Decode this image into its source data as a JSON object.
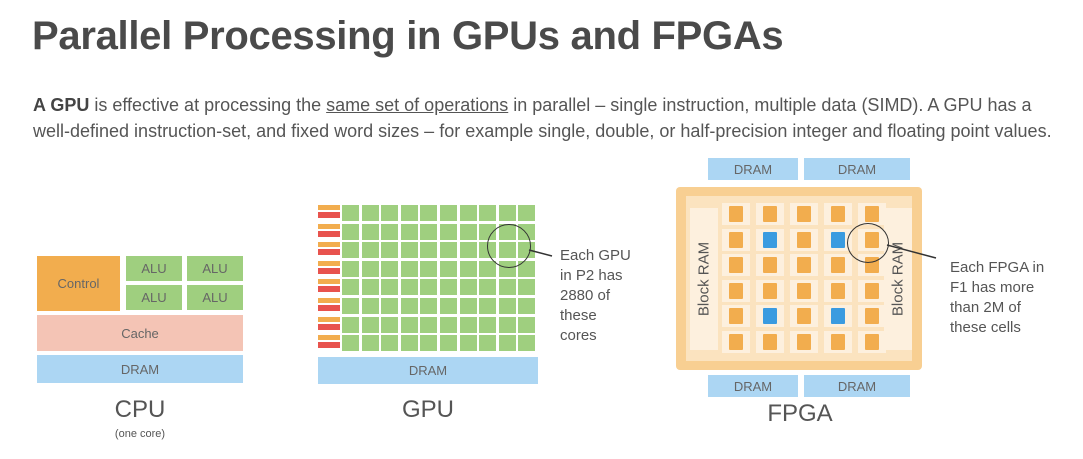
{
  "title": "Parallel Processing in GPUs and FPGAs",
  "paragraph": {
    "bold": "A GPU",
    "part1": " is effective at processing the ",
    "underlined": "same set of operations",
    "part2": " in parallel – single instruction, multiple data (SIMD). A GPU has a well-defined instruction-set, and fixed word sizes – for example single, double, or half-precision integer and floating point values."
  },
  "cpu": {
    "control": "Control",
    "alu": [
      "ALU",
      "ALU",
      "ALU",
      "ALU"
    ],
    "cache": "Cache",
    "dram": "DRAM",
    "label": "CPU",
    "sublabel": "(one core)"
  },
  "gpu": {
    "dram": "DRAM",
    "label": "GPU",
    "rows": 8,
    "cols": 10,
    "note": [
      "Each GPU",
      "in P2 has",
      "2880 of",
      "these",
      "cores"
    ]
  },
  "fpga": {
    "dram": [
      "DRAM",
      "DRAM",
      "DRAM",
      "DRAM"
    ],
    "block_ram": [
      "Block RAM",
      "Block RAM"
    ],
    "label": "FPGA",
    "rows": 6,
    "cols": 5,
    "note": [
      "Each FPGA in",
      "F1 has more",
      "than 2M of",
      "these cells"
    ]
  },
  "colors": {
    "green": "#9fcf7f",
    "orange": "#f2ad4e",
    "blue": "#3a9be0",
    "dram": "#acd6f3",
    "cache": "#f4c4b5",
    "red": "#e8534e"
  }
}
